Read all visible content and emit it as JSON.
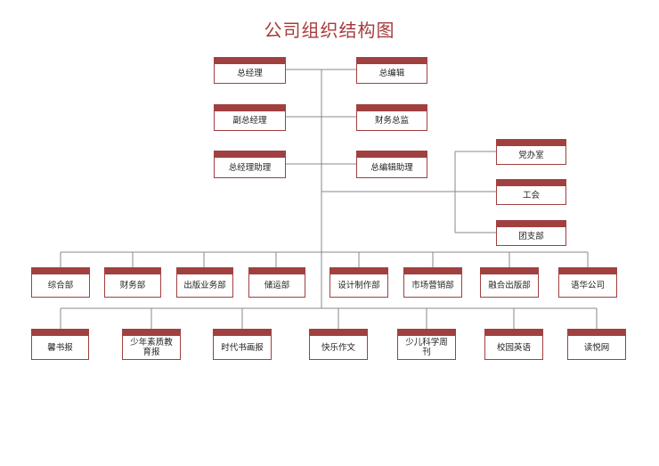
{
  "title": "公司组织结构图",
  "colors": {
    "title": "#a63c3c",
    "box_border": "#a04040",
    "line": "#888888"
  },
  "leadership": {
    "left": [
      {
        "id": "general-manager",
        "label": "总经理"
      },
      {
        "id": "deputy-general-manager",
        "label": "副总经理"
      },
      {
        "id": "assistant-general-manager",
        "label": "总经理助理"
      }
    ],
    "right": [
      {
        "id": "editor-in-chief",
        "label": "总编辑"
      },
      {
        "id": "finance-director",
        "label": "财务总监"
      },
      {
        "id": "assistant-editor-in-chief",
        "label": "总编辑助理"
      }
    ]
  },
  "branch_units": [
    {
      "id": "party-office",
      "label": "党办室"
    },
    {
      "id": "labor-union",
      "label": "工会"
    },
    {
      "id": "youth-league",
      "label": "团支部"
    }
  ],
  "departments": [
    {
      "id": "general-dept",
      "label": "综合部"
    },
    {
      "id": "finance-dept",
      "label": "财务部"
    },
    {
      "id": "publishing-dept",
      "label": "出版业务部"
    },
    {
      "id": "storage-dept",
      "label": "储运部"
    },
    {
      "id": "design-dept",
      "label": "设计制作部"
    },
    {
      "id": "marketing-dept",
      "label": "市场营销部"
    },
    {
      "id": "media-dept",
      "label": "融合出版部"
    },
    {
      "id": "yuhua-company",
      "label": "语华公司"
    }
  ],
  "publications": [
    {
      "id": "xinshu-bao",
      "label": "馨书报"
    },
    {
      "id": "youth-education",
      "label": "少年素质教育报"
    },
    {
      "id": "era-picture",
      "label": "时代书画报"
    },
    {
      "id": "happy-writing",
      "label": "快乐作文"
    },
    {
      "id": "kids-science",
      "label": "少儿科学周刊"
    },
    {
      "id": "campus-english",
      "label": "校园英语"
    },
    {
      "id": "duyue-net",
      "label": "读悦网"
    }
  ]
}
